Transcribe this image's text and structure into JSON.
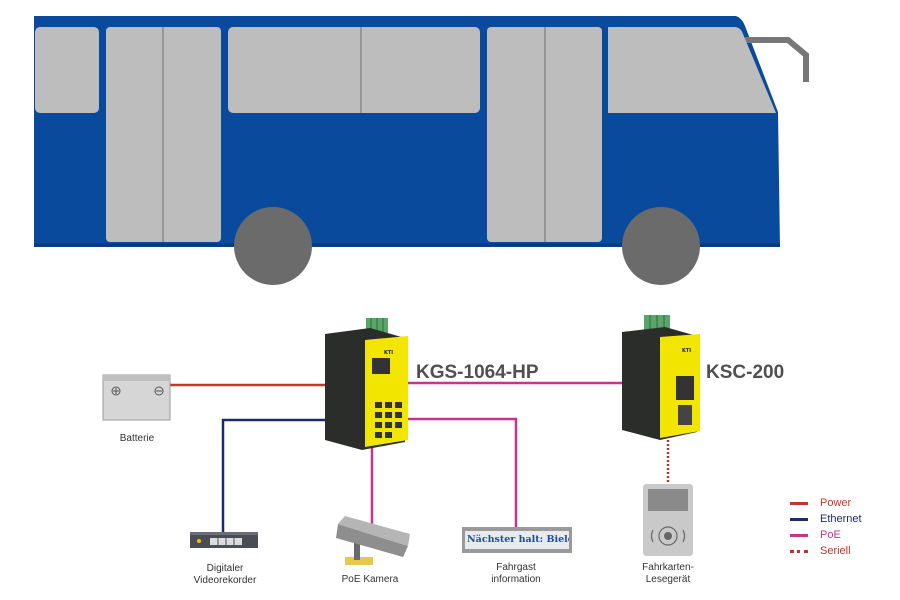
{
  "devices": {
    "switch": {
      "name": "KGS-1064-HP",
      "brand": "KTI"
    },
    "converter": {
      "name": "KSC-200",
      "brand": "KTI"
    }
  },
  "endpoints": {
    "battery": {
      "label": "Batterie"
    },
    "recorder": {
      "label_line1": "Digitaler",
      "label_line2": "Videorekorder"
    },
    "camera": {
      "label": "PoE Kamera"
    },
    "passenger_info": {
      "label_line1": "Fahrgast",
      "label_line2": "information",
      "display_text": "Nächster halt: Bielef"
    },
    "ticket_reader": {
      "label_line1": "Fahrkarten-",
      "label_line2": "Lesegerät"
    }
  },
  "legend": [
    {
      "label": "Power",
      "color": "#c0392b",
      "style": "solid"
    },
    {
      "label": "Ethernet",
      "color": "#1f2a6b",
      "style": "solid"
    },
    {
      "label": "PoE",
      "color": "#c2368f",
      "style": "solid"
    },
    {
      "label": "Seriell",
      "color": "#b03a2e",
      "style": "dotted"
    }
  ],
  "colors": {
    "bus_body": "#0a4a9c",
    "bus_window": "#bdbdbd",
    "wheel": "#6b6b6b",
    "device_yellow": "#f2e600",
    "device_dark": "#2a2d2a",
    "terminal_green": "#5aa66a"
  }
}
